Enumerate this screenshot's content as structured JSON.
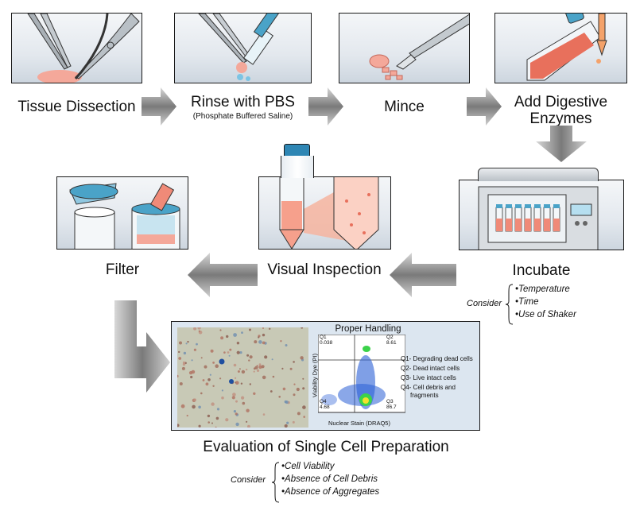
{
  "steps": {
    "dissection": {
      "label": "Tissue Dissection"
    },
    "rinse": {
      "label": "Rinse with PBS",
      "sub": "(Phosphate Buffered Saline)"
    },
    "mince": {
      "label": "Mince"
    },
    "enzymes": {
      "label_line1": "Add Digestive",
      "label_line2": "Enzymes"
    },
    "incubate": {
      "label": "Incubate"
    },
    "visual": {
      "label": "Visual Inspection"
    },
    "filter": {
      "label": "Filter"
    }
  },
  "incubate_consider": {
    "label": "Consider",
    "items": [
      "•Temperature",
      "•Time",
      "•Use of Shaker"
    ]
  },
  "evaluation": {
    "panel_title": "Proper Handling",
    "y_axis": "Viability Dye (PI)",
    "x_axis": "Nuclear Stain (DRAQ5)",
    "quadrants": {
      "q1": {
        "name": "Q1",
        "value": "0.038"
      },
      "q2": {
        "name": "Q2",
        "value": "8.61"
      },
      "q3": {
        "name": "Q3",
        "value": "86.7"
      },
      "q4": {
        "name": "Q4",
        "value": "4.68"
      }
    },
    "legend": [
      "Q1- Degrading dead cells",
      "Q2- Dead intact cells",
      "Q3- Live intact cells",
      "Q4- Cell debris and",
      "fragments"
    ],
    "caption": "Evaluation of Single Cell Preparation"
  },
  "evaluation_consider": {
    "label": "Consider",
    "items": [
      "•Cell Viability",
      "•Absence of Cell Debris",
      "•Absence of Aggregates"
    ]
  },
  "colors": {
    "arrow_gray": "#8a8a8a",
    "sample_pink": "#f08a78",
    "tube_blue": "#4aa3c8",
    "flow_blue": "#2a5fd6",
    "flow_green": "#3bd24a"
  }
}
